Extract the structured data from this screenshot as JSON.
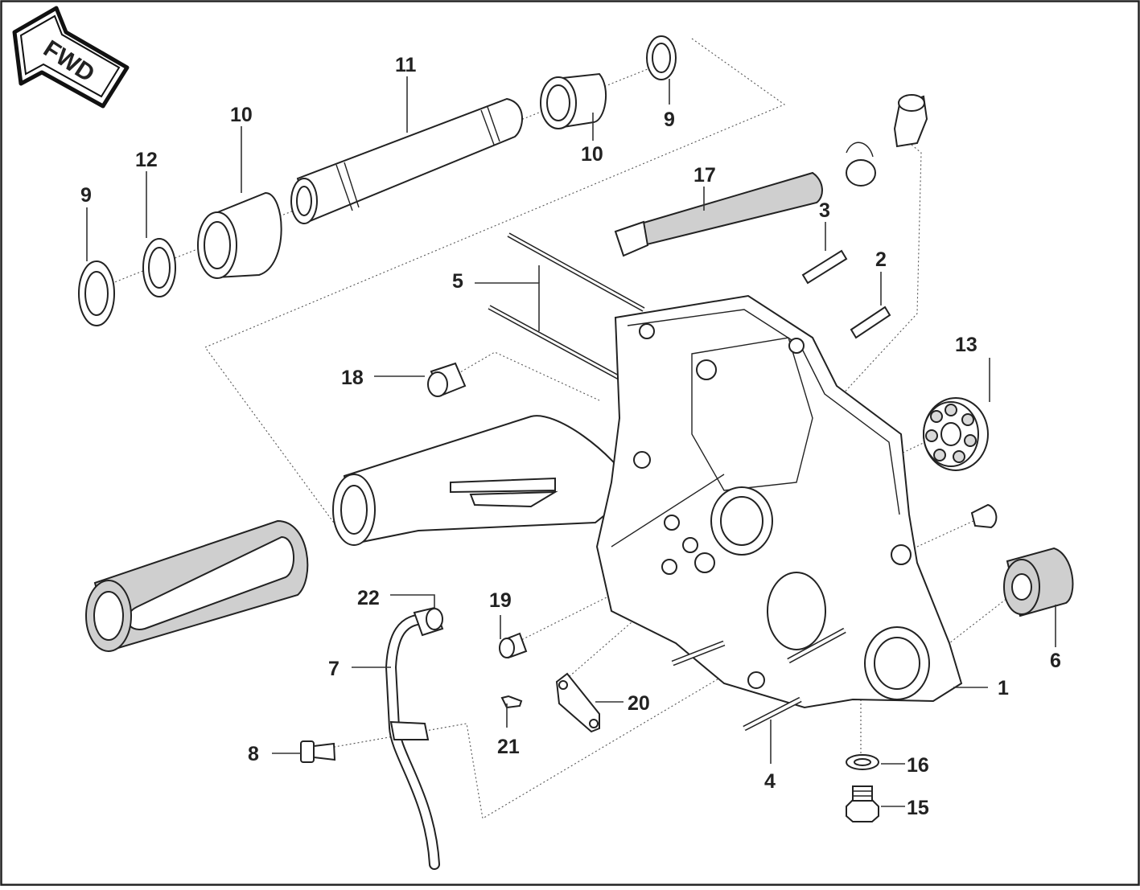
{
  "badge": {
    "text": "FWD"
  },
  "callouts": [
    {
      "id": "c1",
      "text": "1"
    },
    {
      "id": "c2",
      "text": "2"
    },
    {
      "id": "c3",
      "text": "3"
    },
    {
      "id": "c4",
      "text": "4"
    },
    {
      "id": "c5",
      "text": "5"
    },
    {
      "id": "c6",
      "text": "6"
    },
    {
      "id": "c7",
      "text": "7"
    },
    {
      "id": "c8",
      "text": "8"
    },
    {
      "id": "c9a",
      "text": "9"
    },
    {
      "id": "c9b",
      "text": "9"
    },
    {
      "id": "c10a",
      "text": "10"
    },
    {
      "id": "c10b",
      "text": "10"
    },
    {
      "id": "c11",
      "text": "11"
    },
    {
      "id": "c12",
      "text": "12"
    },
    {
      "id": "c13",
      "text": "13"
    },
    {
      "id": "c15",
      "text": "15"
    },
    {
      "id": "c16",
      "text": "16"
    },
    {
      "id": "c17",
      "text": "17"
    },
    {
      "id": "c18",
      "text": "18"
    },
    {
      "id": "c19",
      "text": "19"
    },
    {
      "id": "c20",
      "text": "20"
    },
    {
      "id": "c21",
      "text": "21"
    },
    {
      "id": "c22",
      "text": "22"
    }
  ]
}
